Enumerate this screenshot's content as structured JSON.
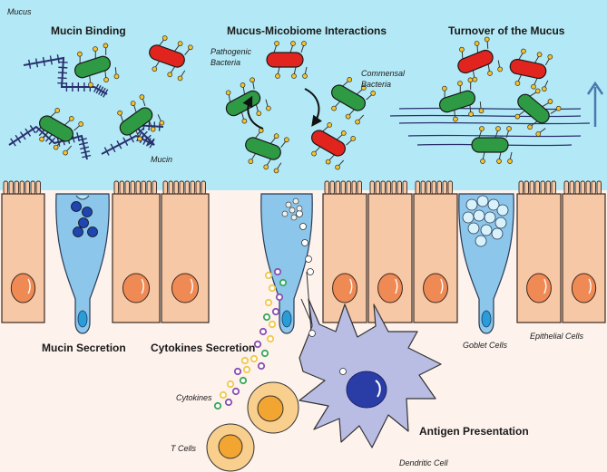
{
  "labels": {
    "mucus": "Mucus",
    "mucin_binding": "Mucin Binding",
    "interactions": "Mucus-Micobiome Interactions",
    "turnover": "Turnover of the Mucus",
    "pathogenic_line1": "Pathogenic",
    "pathogenic_line2": "Bacteria",
    "commensal_line1": "Commensal",
    "commensal_line2": "Bacteria",
    "mucin": "Mucin",
    "mucin_secretion": "Mucin Secretion",
    "cytokines_secretion": "Cytokines Secretion",
    "cytokines": "Cytokines",
    "t_cells": "T Cells",
    "antigen_presentation": "Antigen Presentation",
    "dendritic_cell": "Dendritic Cell",
    "goblet_cells": "Goblet Cells",
    "epithelial_cells": "Epithelial Cells"
  },
  "colors": {
    "mucus_bg": "#b3e9f6",
    "tissue_bg": "#fdf2ec",
    "epithelial_fill": "#f7c8a6",
    "nucleus_fill": "#f08a55",
    "goblet_fill": "#8cc6ea",
    "commensal_green": "#2e9a44",
    "pathogenic_red": "#e2241f",
    "mucin_navy": "#28306e",
    "dendritic_fill": "#b9bde4",
    "dendritic_nucleus": "#2a3da6",
    "t_cell_fill": "#f9cf8e",
    "t_cell_nucleus": "#f2a531",
    "arrow_blue": "#4878b0"
  }
}
